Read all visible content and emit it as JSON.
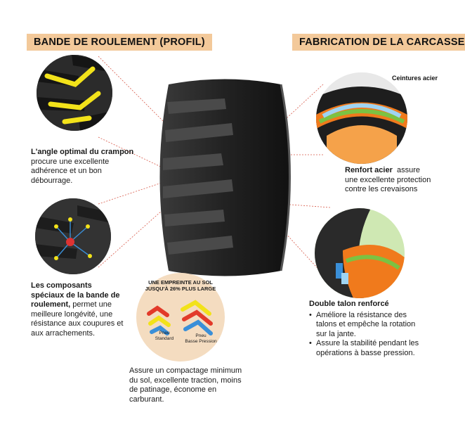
{
  "headers": {
    "left": "BANDE DE ROULEMENT (PROFIL)",
    "right": "FABRICATION DE LA CARCASSE"
  },
  "callouts": {
    "crampon": {
      "title": "L'angle optimal du crampon",
      "text": "procure une excellente adhérence et un bon débourrage."
    },
    "composants": {
      "title": "Les composants spéciaux de la bande de roulement,",
      "text": "permet une meilleure longévité, une résistance aux coupures et aux arrachements."
    },
    "renfort": {
      "label": "Ceintures acier",
      "title": "Renfort acier",
      "text": "assure une excellente protection contre les crevaisons"
    },
    "talon": {
      "title": "Double talon renforcé",
      "bullets": [
        "Améliore la résistance des talons et empêche la rotation sur la jante.",
        "Assure la stabilité pendant les opérations à basse pression."
      ]
    },
    "empreinte": {
      "title_line1": "UNE EMPREINTE AU SOL",
      "title_line2": "JUSQU'À 26% PLUS LARGE",
      "label_standard_1": "Pneu",
      "label_standard_2": "Standard",
      "label_basse_1": "Pneu",
      "label_basse_2": "Basse Pression",
      "text": "Assure un compactage minimum du sol, excellente traction, moins de patinage, économe en carburant."
    }
  },
  "colors": {
    "header_bg": "#f3c99a",
    "tread_highlight": "#f2e21a",
    "steel_blue": "#3a8fd8",
    "bead_green": "#7cc242",
    "orange": "#f07a1c",
    "footprint_bg": "#f4dcc0"
  }
}
